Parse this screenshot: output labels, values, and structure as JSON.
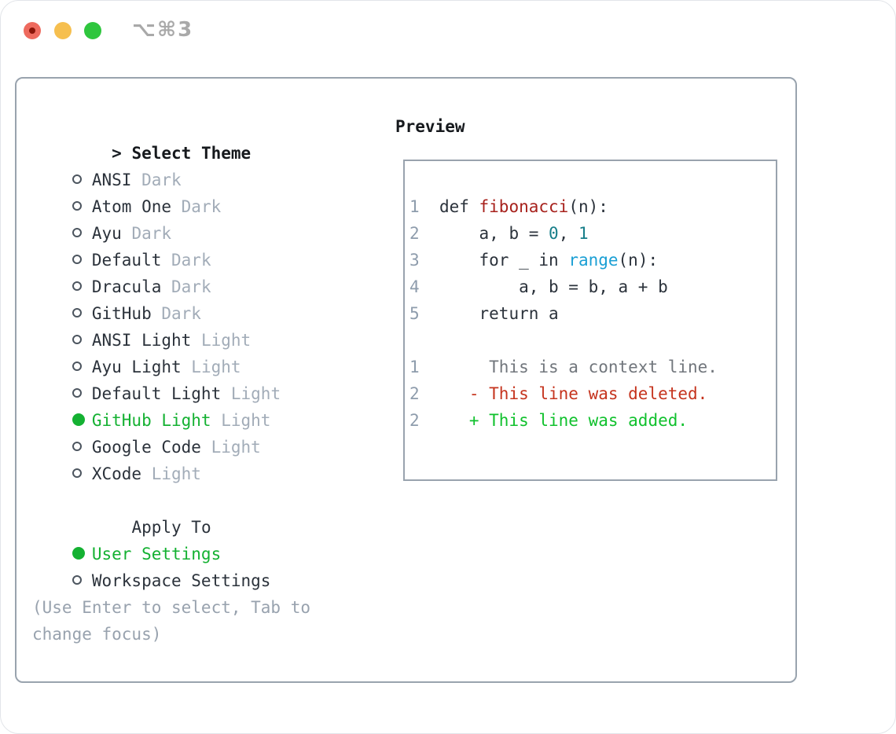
{
  "window": {
    "title": "⌥⌘3",
    "traffic_lights": [
      {
        "name": "close-button",
        "color": "#ee6a5e",
        "has_dot": true,
        "dot_color": "#8b1408"
      },
      {
        "name": "minimize-button",
        "color": "#f6bf4f",
        "has_dot": false
      },
      {
        "name": "zoom-button",
        "color": "#2fc63e",
        "has_dot": false
      }
    ]
  },
  "theme_panel": {
    "header": {
      "cursor": ">",
      "label": "Select Theme"
    },
    "themes": [
      {
        "name": "ANSI",
        "tag": "Dark",
        "selected": false
      },
      {
        "name": "Atom One",
        "tag": "Dark",
        "selected": false
      },
      {
        "name": "Ayu",
        "tag": "Dark",
        "selected": false
      },
      {
        "name": "Default",
        "tag": "Dark",
        "selected": false
      },
      {
        "name": "Dracula",
        "tag": "Dark",
        "selected": false
      },
      {
        "name": "GitHub",
        "tag": "Dark",
        "selected": false
      },
      {
        "name": "ANSI Light",
        "tag": "Light",
        "selected": false
      },
      {
        "name": "Ayu Light",
        "tag": "Light",
        "selected": false
      },
      {
        "name": "Default Light",
        "tag": "Light",
        "selected": false
      },
      {
        "name": "GitHub Light",
        "tag": "Light",
        "selected": true
      },
      {
        "name": "Google Code",
        "tag": "Light",
        "selected": false
      },
      {
        "name": "XCode",
        "tag": "Light",
        "selected": false
      }
    ],
    "apply_to": {
      "label": "Apply To",
      "options": [
        {
          "name": "User Settings",
          "selected": true
        },
        {
          "name": "Workspace Settings",
          "selected": false
        }
      ]
    },
    "help": [
      "(Use Enter to select, Tab to",
      "change focus)"
    ]
  },
  "preview": {
    "label": "Preview",
    "code_lines": [
      {
        "num": "1",
        "segments": [
          {
            "t": "  def ",
            "c": "plain"
          },
          {
            "t": "fibonacci",
            "c": "fn"
          },
          {
            "t": "(n):",
            "c": "plain"
          }
        ]
      },
      {
        "num": "2",
        "segments": [
          {
            "t": "      a, b = ",
            "c": "plain"
          },
          {
            "t": "0",
            "c": "num"
          },
          {
            "t": ", ",
            "c": "plain"
          },
          {
            "t": "1",
            "c": "num"
          }
        ]
      },
      {
        "num": "3",
        "segments": [
          {
            "t": "      for _ in ",
            "c": "plain"
          },
          {
            "t": "range",
            "c": "call"
          },
          {
            "t": "(n):",
            "c": "plain"
          }
        ]
      },
      {
        "num": "4",
        "segments": [
          {
            "t": "          a, b = b, a + b",
            "c": "plain"
          }
        ]
      },
      {
        "num": "5",
        "segments": [
          {
            "t": "      return a",
            "c": "plain"
          }
        ]
      },
      {
        "num": "",
        "segments": []
      },
      {
        "num": "1",
        "segments": [
          {
            "t": "       This is a context line.",
            "c": "ctx"
          }
        ]
      },
      {
        "num": "2",
        "segments": [
          {
            "t": "     - This line was deleted.",
            "c": "del"
          }
        ]
      },
      {
        "num": "2",
        "segments": [
          {
            "t": "     + This line was added.",
            "c": "add"
          }
        ]
      }
    ]
  },
  "colors": {
    "panel_border": "#99a3ae",
    "text_primary": "#2b323b",
    "text_secondary": "#a2acb8",
    "help_text": "#98a2ae",
    "selected_green": "#14b132",
    "line_number": "#8e9cac",
    "syntax_function": "#a7211c",
    "syntax_number": "#177e89",
    "syntax_call": "#1a9fd4",
    "diff_context": "#71767c",
    "diff_deleted": "#c5341e",
    "diff_added": "#10c12d"
  }
}
